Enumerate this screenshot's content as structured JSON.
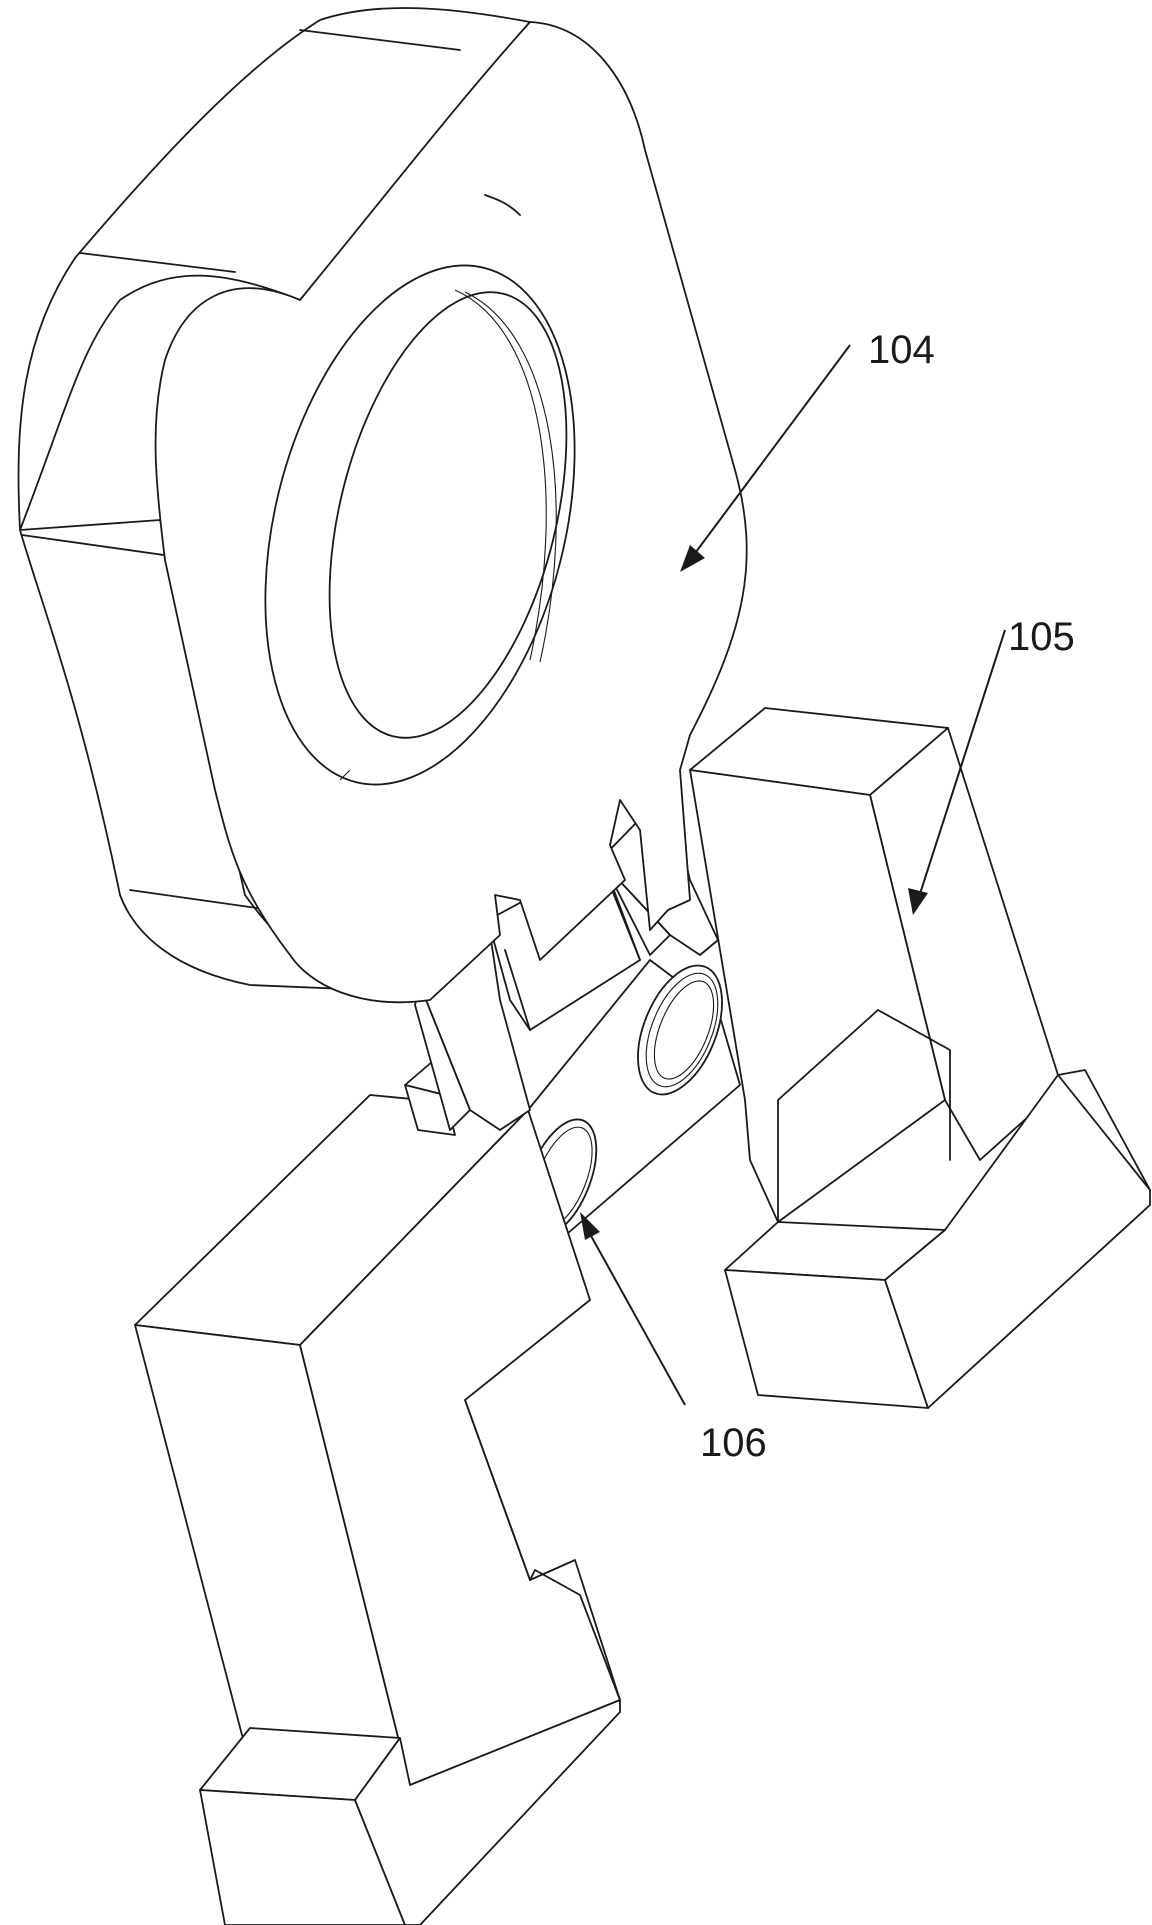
{
  "labels": {
    "ring_clamp": "104",
    "support_bracket": "105",
    "bearing": "106"
  }
}
